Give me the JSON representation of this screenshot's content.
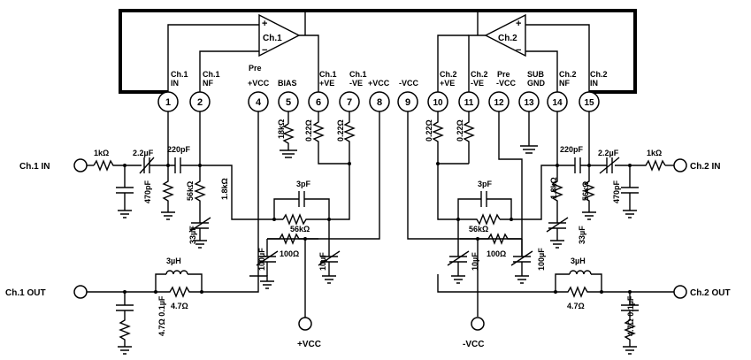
{
  "amplifiers": [
    {
      "label": "Ch.1",
      "plus": "+",
      "minus": "−"
    },
    {
      "label": "Ch.2",
      "plus": "+",
      "minus": "−"
    }
  ],
  "pins": [
    {
      "num": "1",
      "label": [
        "Ch.1",
        "IN"
      ]
    },
    {
      "num": "2",
      "label": [
        "Ch.1",
        "NF"
      ]
    },
    {
      "num": "4",
      "label": [
        "Pre",
        "+VCC"
      ]
    },
    {
      "num": "5",
      "label": [
        "BIAS"
      ]
    },
    {
      "num": "6",
      "label": [
        "Ch.1",
        "+VE"
      ]
    },
    {
      "num": "7",
      "label": [
        "Ch.1",
        "-VE"
      ]
    },
    {
      "num": "8",
      "label": [
        "+VCC"
      ]
    },
    {
      "num": "9",
      "label": [
        "-VCC"
      ]
    },
    {
      "num": "10",
      "label": [
        "Ch.2",
        "+VE"
      ]
    },
    {
      "num": "11",
      "label": [
        "Ch.2",
        "-VE"
      ]
    },
    {
      "num": "12",
      "label": [
        "Pre",
        "-VCC"
      ]
    },
    {
      "num": "13",
      "label": [
        "SUB",
        "GND"
      ]
    },
    {
      "num": "14",
      "label": [
        "Ch.2",
        "NF"
      ]
    },
    {
      "num": "15",
      "label": [
        "Ch.2",
        "IN"
      ]
    }
  ],
  "terminals": {
    "ch1_in": "Ch.1 IN",
    "ch2_in": "Ch.2 IN",
    "ch1_out": "Ch.1 OUT",
    "ch2_out": "Ch.2 OUT",
    "vcc_pos": "+VCC",
    "vcc_neg": "-VCC"
  },
  "components": {
    "r_in1": "1kΩ",
    "r_in2": "1kΩ",
    "c_in1": "2.2µF",
    "c_in2": "2.2µF",
    "c_hf1": "220pF",
    "c_hf2": "220pF",
    "c_sh1": "470pF",
    "c_sh2": "470pF",
    "r_b1": "56kΩ",
    "r_b2": "56kΩ",
    "r_nf1": "1.8kΩ",
    "r_nf2": "1.8kΩ",
    "c_nf1": "33µF",
    "c_nf2": "33µF",
    "r_bias": "18kΩ",
    "r_e6": "0.22Ω",
    "r_e7": "0.22Ω",
    "r_e10": "0.22Ω",
    "r_e11": "0.22Ω",
    "c_fb1": "3pF",
    "c_fb2": "3pF",
    "r_fb1": "56kΩ",
    "r_fb2": "56kΩ",
    "r_s1": "100Ω",
    "r_s2": "100Ω",
    "c_d1": "100µF",
    "c_d2": "10µF",
    "c_d3": "10µF",
    "c_d4": "100µF",
    "l_out1": "3µH",
    "l_out2": "3µH",
    "r_out1": "4.7Ω",
    "r_out2": "4.7Ω",
    "zobel1": "4.7Ω 0.1µF",
    "zobel2": "4.7Ω 0.1µF"
  }
}
